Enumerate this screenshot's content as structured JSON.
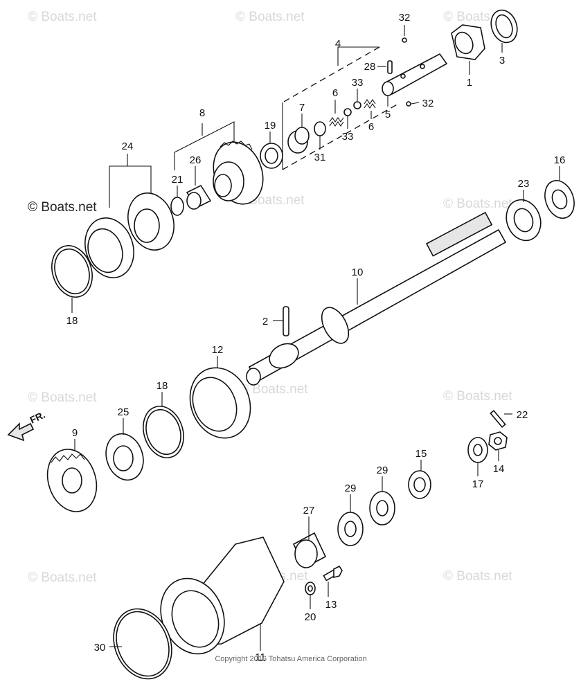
{
  "watermark": "© Boats.net",
  "watermark_highlight": "© Boats.net",
  "copyright": "Copyright 2016 Tohatsu America Corporation",
  "direction_label": "FR.",
  "callouts": [
    "1",
    "2",
    "3",
    "4",
    "5",
    "6",
    "6",
    "7",
    "8",
    "9",
    "10",
    "11",
    "12",
    "13",
    "14",
    "15",
    "16",
    "17",
    "18",
    "18",
    "19",
    "20",
    "21",
    "22",
    "23",
    "24",
    "25",
    "26",
    "27",
    "28",
    "29",
    "29",
    "30",
    "31",
    "32",
    "32",
    "33",
    "33"
  ]
}
